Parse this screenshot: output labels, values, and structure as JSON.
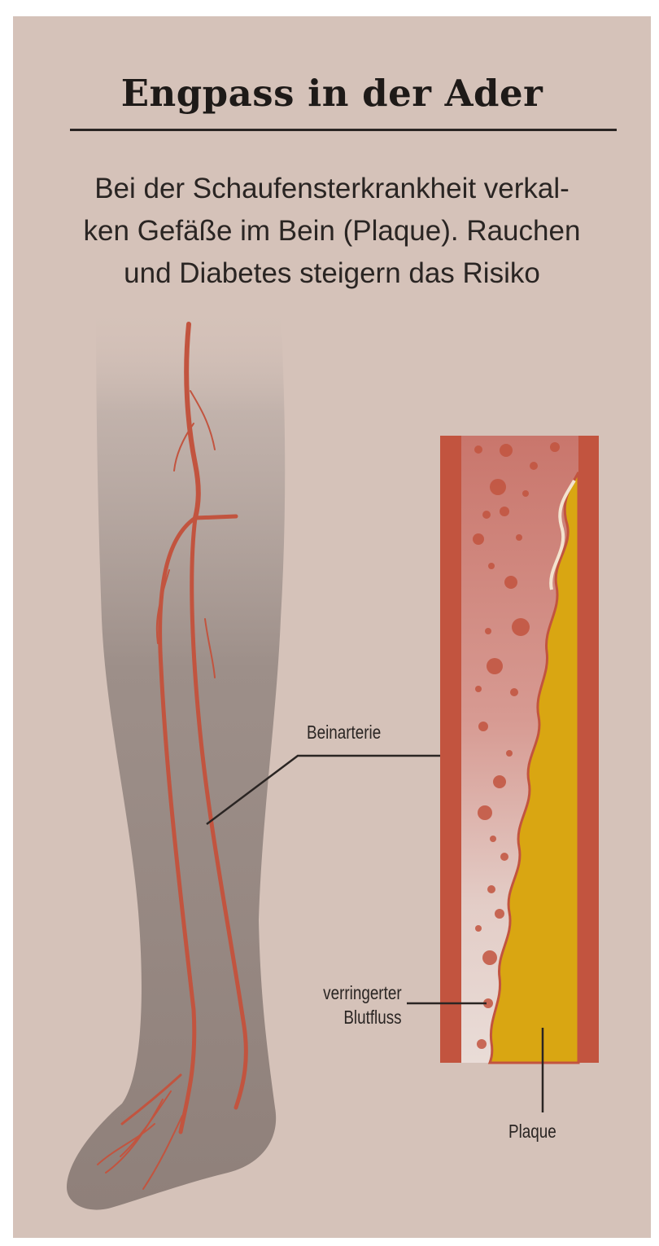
{
  "header": {
    "title": "Engpass in der Ader",
    "subtitle_lines": [
      "Bei der Schaufensterkrankheit verkal-",
      "ken Gefäße im Bein (Plaque). Rauchen",
      "und Diabetes steigern das Risiko"
    ]
  },
  "labels": {
    "artery": "Beinarterie",
    "reduced_flow_line1": "verringerter",
    "reduced_flow_line2": "Blutfluss",
    "plaque": "Plaque"
  },
  "colors": {
    "background": "#d5c2b9",
    "artery_wall": "#c2543f",
    "blood": "#c9766c",
    "plaque": "#d9a612",
    "skin": "#9c8c85"
  }
}
